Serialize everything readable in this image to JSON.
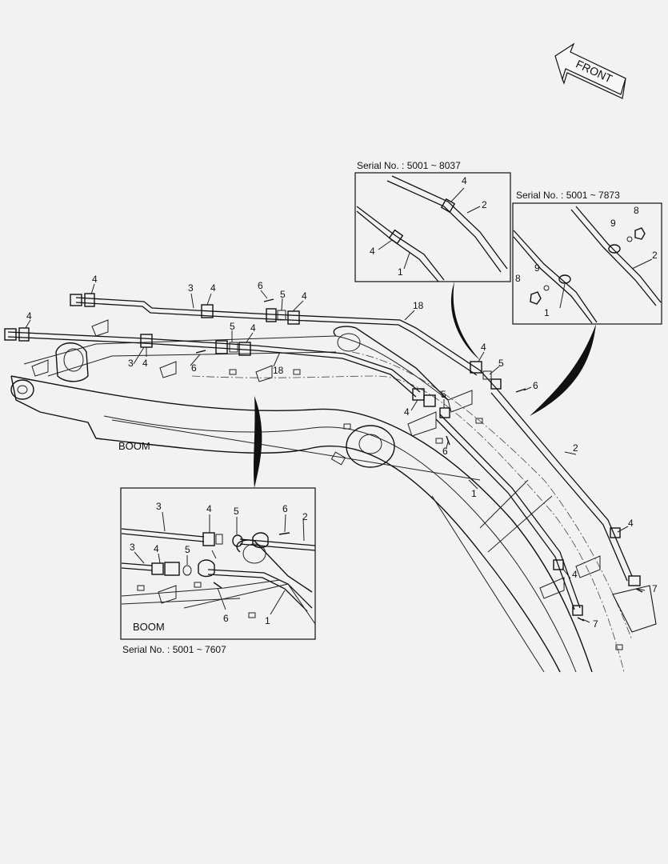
{
  "direction": {
    "label": "FRONT",
    "icon": "front-arrow-icon"
  },
  "main_view": {
    "boom_label": "BOOM",
    "callouts": {
      "c4a": "4",
      "c3a": "3",
      "c4b": "4",
      "c6a": "6",
      "c5a": "5",
      "c4c": "4",
      "c18a": "18",
      "c4d": "4",
      "c3b": "3",
      "c4e": "4",
      "c6b": "6",
      "c5b": "5",
      "c4f": "4",
      "c18b": "18",
      "c4g": "4",
      "c5c": "5",
      "c6c": "6",
      "c4h": "4",
      "c5d": "5",
      "c6d": "6",
      "c2a": "2",
      "c1a": "1",
      "c4i": "4",
      "c4j": "4",
      "c7a": "7",
      "c7b": "7"
    }
  },
  "inset_top": {
    "caption": "Serial No. : 5001 ~ 8037",
    "callouts": {
      "c4a": "4",
      "c2": "2",
      "c4b": "4",
      "c1": "1"
    }
  },
  "inset_right": {
    "caption": "Serial No. : 5001 ~ 7873",
    "callouts": {
      "c8a": "8",
      "c9a": "9",
      "c2": "2",
      "c9b": "9",
      "c8b": "8",
      "c1": "1"
    }
  },
  "inset_bottom": {
    "caption": "Serial No. : 5001 ~ 7607",
    "boom_label": "BOOM",
    "callouts": {
      "c3a": "3",
      "c4a": "4",
      "c5a": "5",
      "c6a": "6",
      "c2": "2",
      "c3b": "3",
      "c4b": "4",
      "c5b": "5",
      "c6b": "6",
      "c1": "1"
    }
  }
}
